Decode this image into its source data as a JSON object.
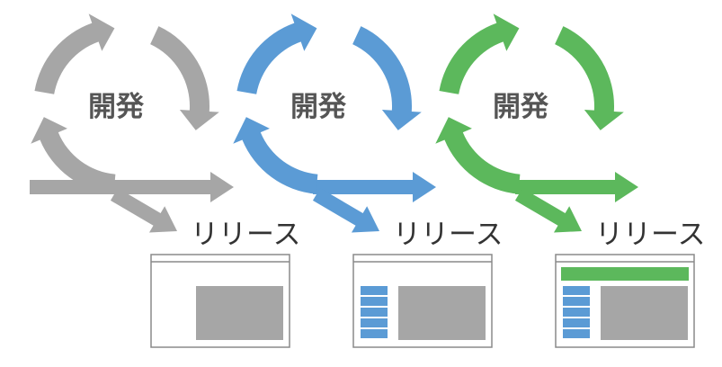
{
  "stages": [
    {
      "cycle_label": "開発",
      "release_label": "リリース",
      "color": "#a6a6a6",
      "mockup": {
        "header_bar": false,
        "sidebar_rows": 0
      }
    },
    {
      "cycle_label": "開発",
      "release_label": "リリース",
      "color": "#5b9bd5",
      "mockup": {
        "header_bar": false,
        "sidebar_rows": 5
      }
    },
    {
      "cycle_label": "開発",
      "release_label": "リリース",
      "color": "#5cb85c",
      "mockup": {
        "header_bar": true,
        "sidebar_rows": 5
      }
    }
  ],
  "colors": {
    "window_border": "#8a8a8a",
    "content_fill": "#a6a6a6",
    "sidebar_fill": "#5b9bd5",
    "header_fill": "#5cb85c"
  }
}
